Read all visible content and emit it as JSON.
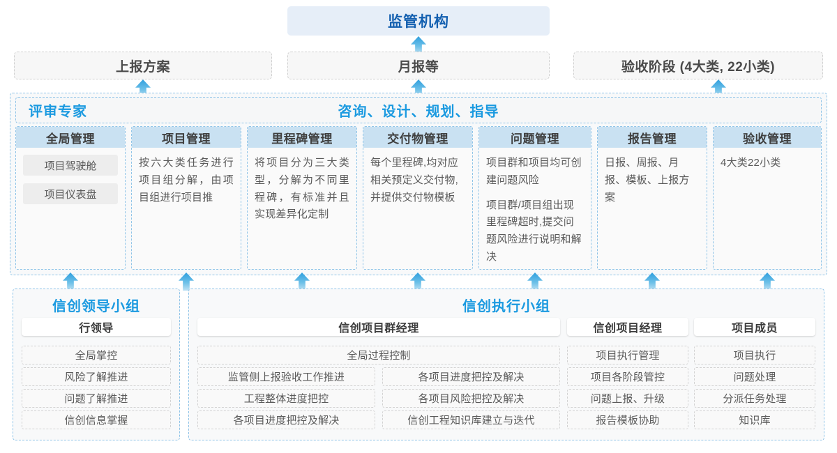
{
  "top": {
    "regulator": "监管机构",
    "submissions": [
      {
        "label": "上报方案"
      },
      {
        "label": "月报等"
      },
      {
        "label": "验收阶段 (4大类, 22小类)"
      }
    ]
  },
  "middle": {
    "band_left_label": "评审专家",
    "band_center_label": "咨询、设计、规划、指导",
    "columns": [
      {
        "title": "全局管理",
        "paragraphs": [],
        "pills": [
          "项目驾驶舱",
          "项目仪表盘"
        ]
      },
      {
        "title": "项目管理",
        "paragraphs": [
          "按六大类任务进行项目组分解，由项目组进行项目推"
        ],
        "pills": []
      },
      {
        "title": "里程碑管理",
        "paragraphs": [
          "将项目分为三大类型，分解为不同里程碑，有标准并且实现差异化定制"
        ],
        "pills": []
      },
      {
        "title": "交付物管理",
        "paragraphs": [
          "每个里程碑,均对应相关预定义交付物,并提供交付物模板"
        ],
        "pills": []
      },
      {
        "title": "问题管理",
        "paragraphs": [
          "项目群和项目均可创建问题风险",
          "项目群/项目组出现里程碑超时,提交问题风险进行说明和解决"
        ],
        "pills": []
      },
      {
        "title": "报告管理",
        "paragraphs": [
          "日报、周报、月报、模板、上报方案"
        ],
        "pills": []
      },
      {
        "title": "验收管理",
        "paragraphs": [
          "4大类22小类"
        ],
        "pills": []
      }
    ]
  },
  "bottom": {
    "leading_group": {
      "title": "信创领导小组",
      "head": "行领导",
      "items": [
        "全局掌控",
        "风险了解推进",
        "问题了解推进",
        "信创信息掌握"
      ]
    },
    "execution_group": {
      "title": "信创执行小组",
      "program_manager": {
        "head": "信创项目群经理",
        "full_width_item": "全局过程控制",
        "left_items": [
          "监管侧上报验收工作推进",
          "工程整体进度把控",
          "各项目进度把控及解决"
        ],
        "right_items": [
          "各项目进度把控及解决",
          "各项目风险把控及解决",
          "信创工程知识库建立与迭代"
        ]
      },
      "project_manager": {
        "head": "信创项目经理",
        "items": [
          "项目执行管理",
          "项目各阶段管控",
          "问题上报、升级",
          "报告模板协助"
        ]
      },
      "project_member": {
        "head": "项目成员",
        "items": [
          "项目执行",
          "问题处理",
          "分派任务处理",
          "知识库"
        ]
      }
    }
  },
  "colors": {
    "accent_blue": "#1b9ae0",
    "title_blue": "#1460b0",
    "header_fill": "#c9e1f2",
    "top_title_fill": "#e6eef8",
    "dashed_blue": "#8fc4e8",
    "dashed_gray": "#cfcfcf"
  }
}
